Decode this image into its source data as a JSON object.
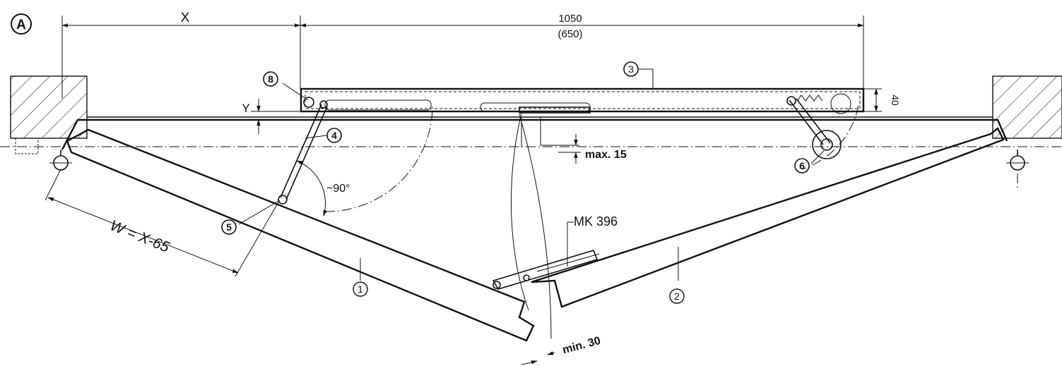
{
  "figure": {
    "view_label": "A",
    "dim_x": "X",
    "dim_total": "1050",
    "dim_total_alt": "(650)",
    "dim_y": "Y",
    "dim_height": "40",
    "dim_max": "max. 15",
    "dim_min": "min. 30",
    "angle": "~90°",
    "formula": "W = X-65",
    "product": "MK 396",
    "callouts": [
      "1",
      "2",
      "3",
      "4",
      "5",
      "6",
      "8"
    ]
  }
}
